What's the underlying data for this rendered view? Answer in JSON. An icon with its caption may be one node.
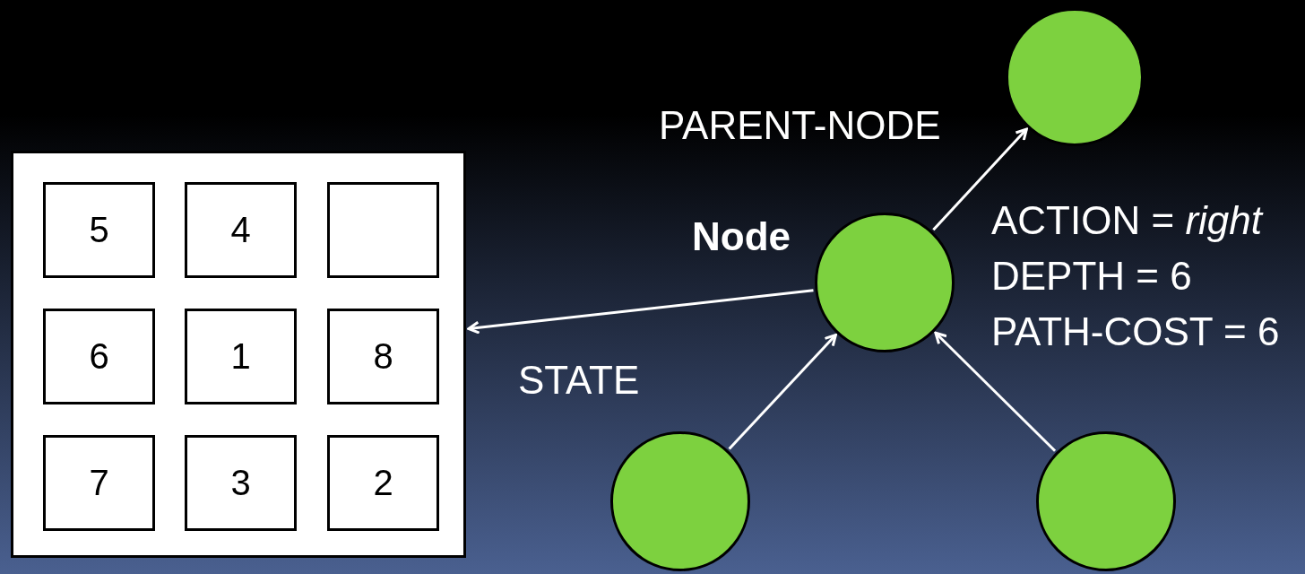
{
  "diagram": {
    "nodes": [
      {
        "text": [],
        "shape": "box"
      },
      {
        "text": [
          "5"
        ],
        "in": 0
      },
      {
        "text": [
          "4"
        ],
        "in": 0
      },
      {
        "text": [],
        "shape": "box",
        "in": 0
      },
      {
        "text": [
          "6"
        ],
        "in": 0
      },
      {
        "text": [
          "1"
        ],
        "in": 0
      },
      {
        "text": [
          "8"
        ],
        "in": 0
      },
      {
        "text": [
          "7"
        ],
        "in": 0
      },
      {
        "text": [
          "3"
        ],
        "in": 0
      },
      {
        "text": [
          "2"
        ],
        "in": 0
      },
      {
        "text": [],
        "shape": "circle"
      },
      {
        "text": [],
        "shape": "circle",
        "beside": [
          "Node",
          "ACTION = *right*",
          "DEPTH = 6",
          "PATH-COST = 6"
        ]
      },
      {
        "text": [],
        "shape": "circle"
      },
      {
        "text": [],
        "shape": "circle"
      }
    ],
    "edges": [
      {
        "from": 11,
        "to": 10,
        "arrow": "to",
        "label": "PARENT-NODE"
      },
      {
        "from": 11,
        "to": 0,
        "arrow": "to",
        "label": "STATE"
      },
      {
        "from": 12,
        "to": 11,
        "arrow": "to"
      },
      {
        "from": 13,
        "to": 11,
        "arrow": "to"
      }
    ]
  }
}
